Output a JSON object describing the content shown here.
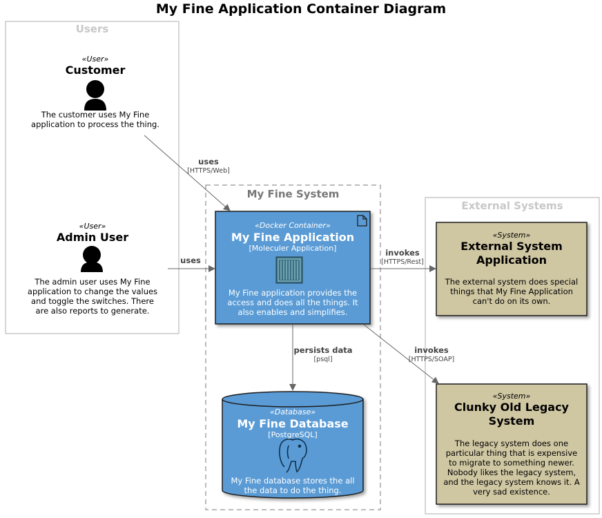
{
  "title": "My Fine Application Container Diagram",
  "boundaries": {
    "users": {
      "title": "Users"
    },
    "system": {
      "title": "My Fine System"
    },
    "external": {
      "title": "External Systems"
    }
  },
  "persons": {
    "customer": {
      "stereotype": "«User»",
      "name": "Customer",
      "description": "The customer uses My Fine application to process the thing."
    },
    "admin": {
      "stereotype": "«User»",
      "name": "Admin User",
      "description": "The admin user uses My Fine application to change the values and toggle the switches. There are also reports to generate."
    }
  },
  "containers": {
    "app": {
      "stereotype": "«Docker Container»",
      "name": "My Fine Application",
      "technology": "[Moleculer Application]",
      "description": "My Fine application provides the access and does all the things. It also enables and simplifies."
    },
    "db": {
      "stereotype": "«Database»",
      "name": "My Fine Database",
      "technology": "[PostgreSQL]",
      "description": "My Fine database stores the all the data to do the thing."
    }
  },
  "systems": {
    "external": {
      "stereotype": "«System»",
      "name": "External System Application",
      "description": "The external system does special things that My Fine Application can't do on its own."
    },
    "legacy": {
      "stereotype": "«System»",
      "name": "Clunky Old Legacy System",
      "description": "The legacy system does one particular thing that is expensive to migrate to something newer. Nobody likes the legacy system, and the legacy system knows it. A very sad existence."
    }
  },
  "relations": {
    "customer_uses": {
      "label": "uses",
      "technology": "[HTTPS/Web]"
    },
    "admin_uses": {
      "label": "uses"
    },
    "invokes_rest": {
      "label": "invokes",
      "technology": "[HTTPS/Rest]"
    },
    "invokes_soap": {
      "label": "invokes",
      "technology": "[HTTPS/SOAP]"
    },
    "persists": {
      "label": "persists data",
      "technology": "[psql]"
    }
  },
  "colors": {
    "container_fill": "#5a9bd5",
    "container_border": "#1c1c1c",
    "system_fill": "#cfc6a2",
    "boundary_solid": "#c8c8c8",
    "boundary_dashed": "#777777",
    "arrow": "#666666"
  },
  "icons": [
    "person-icon",
    "docker-container-icon",
    "postgresql-elephant-icon",
    "document-icon"
  ]
}
